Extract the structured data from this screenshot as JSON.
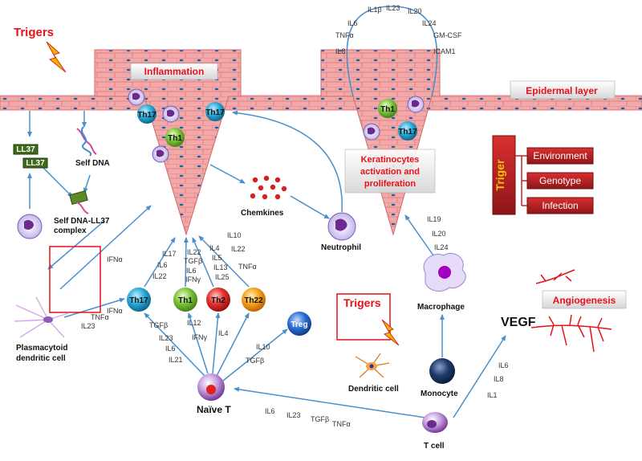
{
  "colors": {
    "skin": "#f3a9a9",
    "skin_line": "#d06a6a",
    "nucleus": "#1f5fa8",
    "arrow": "#4a8fcb",
    "red_text": "#e8101a",
    "triger_box": "#c0262c"
  },
  "titles": {
    "trigers_top": "Trigers",
    "trigers_mid": "Trigers",
    "inflammation": "Inflammation",
    "epidermal": "Epidermal layer",
    "keratinocytes": [
      "Keratinocytes",
      "activation and",
      "proliferation"
    ],
    "angiogenesis": "Angiogenesis"
  },
  "triger_box": {
    "title": "Triger",
    "items": [
      "Environment",
      "Genotype",
      "Infection"
    ]
  },
  "left": {
    "ll37_a": "LL37",
    "ll37_b": "LL37",
    "self_dna": "Self DNA",
    "complex": [
      "Self DNA-LL37",
      "complex"
    ],
    "pdc": [
      "Plasmacytoid",
      "dendritic cell"
    ],
    "ifna_a": "IFNα",
    "ifna_b": "IFNα",
    "tnfa": "TNFα",
    "il23": "IL23"
  },
  "cells": {
    "th17_a": "Th17",
    "th17_b": "Th17",
    "th1_a": "Th1",
    "th1_right": "Th1",
    "th17_right": "Th17",
    "th17_low": "Th17",
    "th1_low": "Th1",
    "th2_low": "Th2",
    "th22_low": "Th22",
    "treg": "Treg",
    "naive_t": "Naïve T",
    "t_cell": "T cell",
    "dendritic": "Dendritic cell",
    "monocyte": "Monocyte",
    "macrophage": "Macrophage",
    "neutrophil": "Neutrophil",
    "chemkines": "Chemkines",
    "vegf": "VEGF"
  },
  "cytokines": {
    "top_arc": [
      "IL1β",
      "IL23",
      "IL20",
      "IL6",
      "IL24",
      "TNFα",
      "GM-CSF",
      "IL8",
      "ICAM1"
    ],
    "th17_out": [
      "IL17",
      "IL6",
      "IL22"
    ],
    "th1_out": [
      "IL22",
      "TGFβ",
      "IL6",
      "IFNγ"
    ],
    "th2_out": [
      "IL4",
      "IL5",
      "IL13",
      "IL25"
    ],
    "th22_out": [
      "IL10",
      "IL22",
      "TNFα"
    ],
    "naive_to_th17": [
      "TGFβ",
      "IL23",
      "IL6",
      "IL21"
    ],
    "naive_to_th1": [
      "IL12",
      "IFNγ"
    ],
    "naive_to_th2": [
      "IL4"
    ],
    "naive_to_treg": [
      "IL10",
      "TGFβ"
    ],
    "macrophage_out": [
      "IL19",
      "IL20",
      "IL24"
    ],
    "tcell_to_naive": [
      "IL6",
      "IL23",
      "TGFβ",
      "TNFα"
    ],
    "tcell_to_vegf": [
      "IL6",
      "IL8",
      "IL1"
    ]
  }
}
